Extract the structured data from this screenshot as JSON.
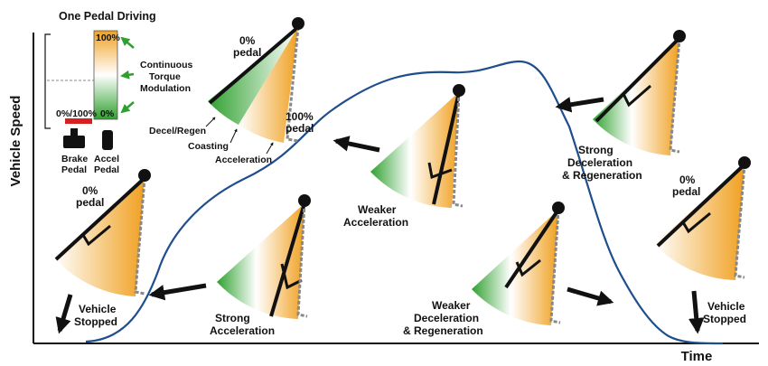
{
  "diagram": {
    "legend": {
      "title": "One Pedal Driving",
      "bar_top": "100%",
      "bar_bottom": "0%",
      "bar_left": "0%/100%",
      "modulation_lines": [
        "Continuous",
        "Torque",
        "Modulation"
      ],
      "brake_lines": [
        "Brake",
        "Pedal"
      ],
      "accel_lines": [
        "Accel",
        "Pedal"
      ]
    },
    "axes": {
      "y_label": "Vehicle Speed",
      "x_label": "Time"
    },
    "key_fan": {
      "top_label_lines": [
        "0%",
        "pedal"
      ],
      "bottom_label_lines": [
        "100%",
        "pedal"
      ],
      "zone_labels": [
        "Decel/Regen",
        "Coasting",
        "Acceleration"
      ]
    },
    "states": [
      {
        "id": "vehicle-stopped-left",
        "label_lines": [
          "Vehicle",
          "Stopped"
        ],
        "pedal_lines": [
          "0%",
          "pedal"
        ]
      },
      {
        "id": "strong-acceleration",
        "label_lines": [
          "Strong",
          "Acceleration"
        ]
      },
      {
        "id": "weaker-acceleration",
        "label_lines": [
          "Weaker",
          "Acceleration"
        ]
      },
      {
        "id": "strong-deceleration",
        "label_lines": [
          "Strong",
          "Deceleration",
          "& Regeneration"
        ]
      },
      {
        "id": "weaker-deceleration",
        "label_lines": [
          "Weaker",
          "Deceleration",
          "& Regeneration"
        ]
      },
      {
        "id": "vehicle-stopped-right",
        "label_lines": [
          "Vehicle",
          "Stopped"
        ],
        "pedal_lines": [
          "0%",
          "pedal"
        ]
      }
    ],
    "colors": {
      "curve": "#1f4e8c",
      "green": "#2fa02f",
      "orange": "#f0a020",
      "arrow": "#111111"
    }
  }
}
